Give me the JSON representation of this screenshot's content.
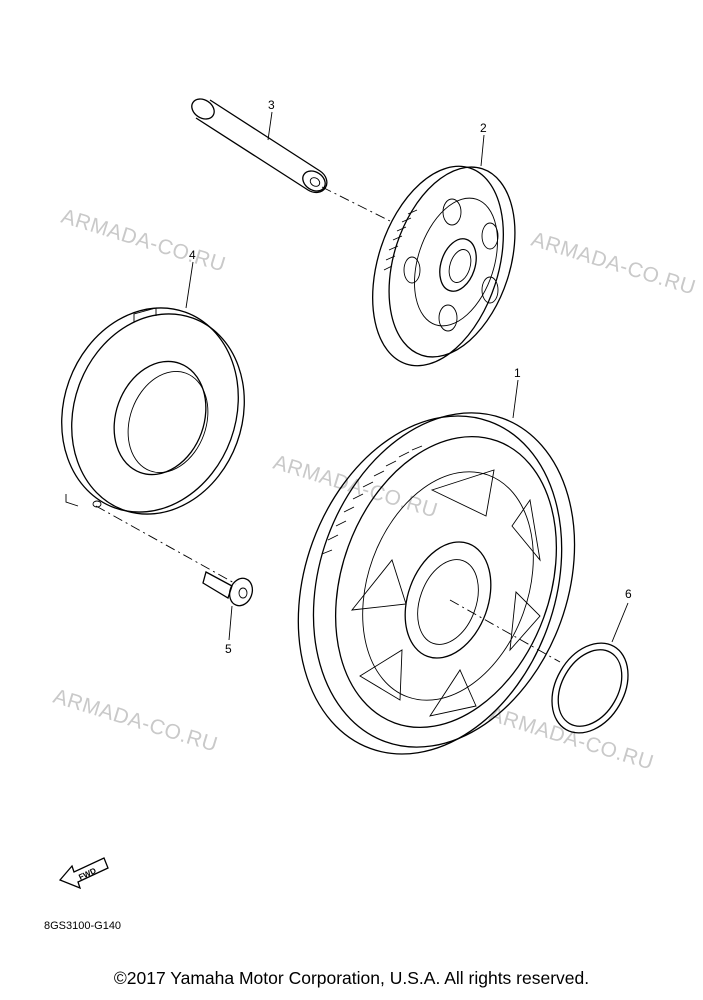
{
  "watermark": "ARMADA-CO.RU",
  "callouts": {
    "c1": "1",
    "c2": "2",
    "c3": "3",
    "c4": "4",
    "c5": "5",
    "c6": "6"
  },
  "fwd_label": "FWD",
  "diagram_code": "8GS3100-G140",
  "copyright": "©2017 Yamaha Motor Corporation, U.S.A. All rights reserved."
}
